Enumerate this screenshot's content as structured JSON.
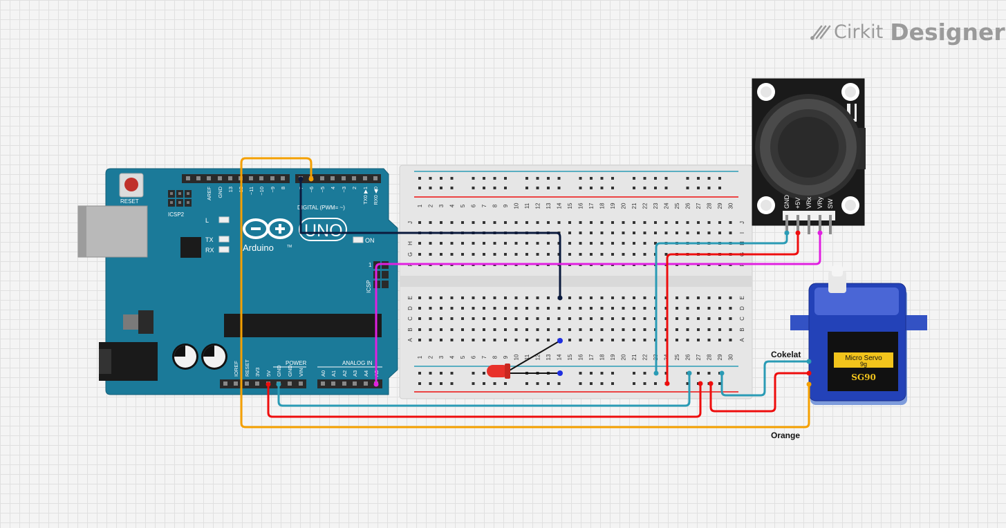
{
  "branding": {
    "brand": "Cirkit",
    "product": "Designer"
  },
  "arduino": {
    "reset_label": "RESET",
    "icsp2_label": "ICSP2",
    "icsp_label": "ICSP",
    "icsp_pin1": "1",
    "led_l_label": "L",
    "led_tx_label": "TX",
    "led_rx_label": "RX",
    "led_on_label": "ON",
    "logo_text": "UNO",
    "brand_text": "Arduino",
    "tm": "TM",
    "digital_label": "DIGITAL (PWM= ~)",
    "digital_pins": [
      "AREF",
      "GND",
      "13",
      "12",
      "~11",
      "~10",
      "~9",
      "8",
      "7",
      "~6",
      "~5",
      "4",
      "~3",
      "2",
      "TX0 ▶1",
      "RX0 ◀0"
    ],
    "power_label": "POWER",
    "analog_label": "ANALOG IN",
    "power_pins": [
      "IOREF",
      "RESET",
      "3V3",
      "5V",
      "GND",
      "GND",
      "VIN"
    ],
    "analog_pins": [
      "A0",
      "A1",
      "A2",
      "A3",
      "A4",
      "A5"
    ]
  },
  "breadboard": {
    "columns": [
      "1",
      "2",
      "3",
      "4",
      "5",
      "6",
      "7",
      "8",
      "9",
      "10",
      "11",
      "12",
      "13",
      "14",
      "15",
      "16",
      "17",
      "18",
      "19",
      "20",
      "21",
      "22",
      "23",
      "24",
      "25",
      "26",
      "27",
      "28",
      "29",
      "30"
    ],
    "top_rows": [
      "J",
      "I",
      "H",
      "G",
      "F"
    ],
    "bottom_rows": [
      "E",
      "D",
      "C",
      "B",
      "A"
    ]
  },
  "joystick": {
    "pins": [
      "GND",
      "+5V",
      "VRx",
      "VRy",
      "SW"
    ]
  },
  "servo": {
    "line1": "Micro Servo",
    "line2": "9g",
    "model": "SG90"
  },
  "labels": {
    "wire_brown": "Cokelat",
    "wire_orange": "Orange"
  },
  "colors": {
    "board": "#1b7a99",
    "wire_orange": "#f5a000",
    "wire_navy": "#0b1a3d",
    "wire_teal": "#2a9bb5",
    "wire_red": "#ee0d0d",
    "wire_magenta": "#e020e0",
    "wire_black": "#111111",
    "rail_blue": "#2a9bb5",
    "rail_red": "#ee0d0d",
    "servo_blue": "#2342b8",
    "servo_label": "#f2c41c",
    "led_red": "#e8312a"
  },
  "icons": {
    "logo": "cirkit-logo-icon",
    "reset": "reset-button-icon"
  }
}
